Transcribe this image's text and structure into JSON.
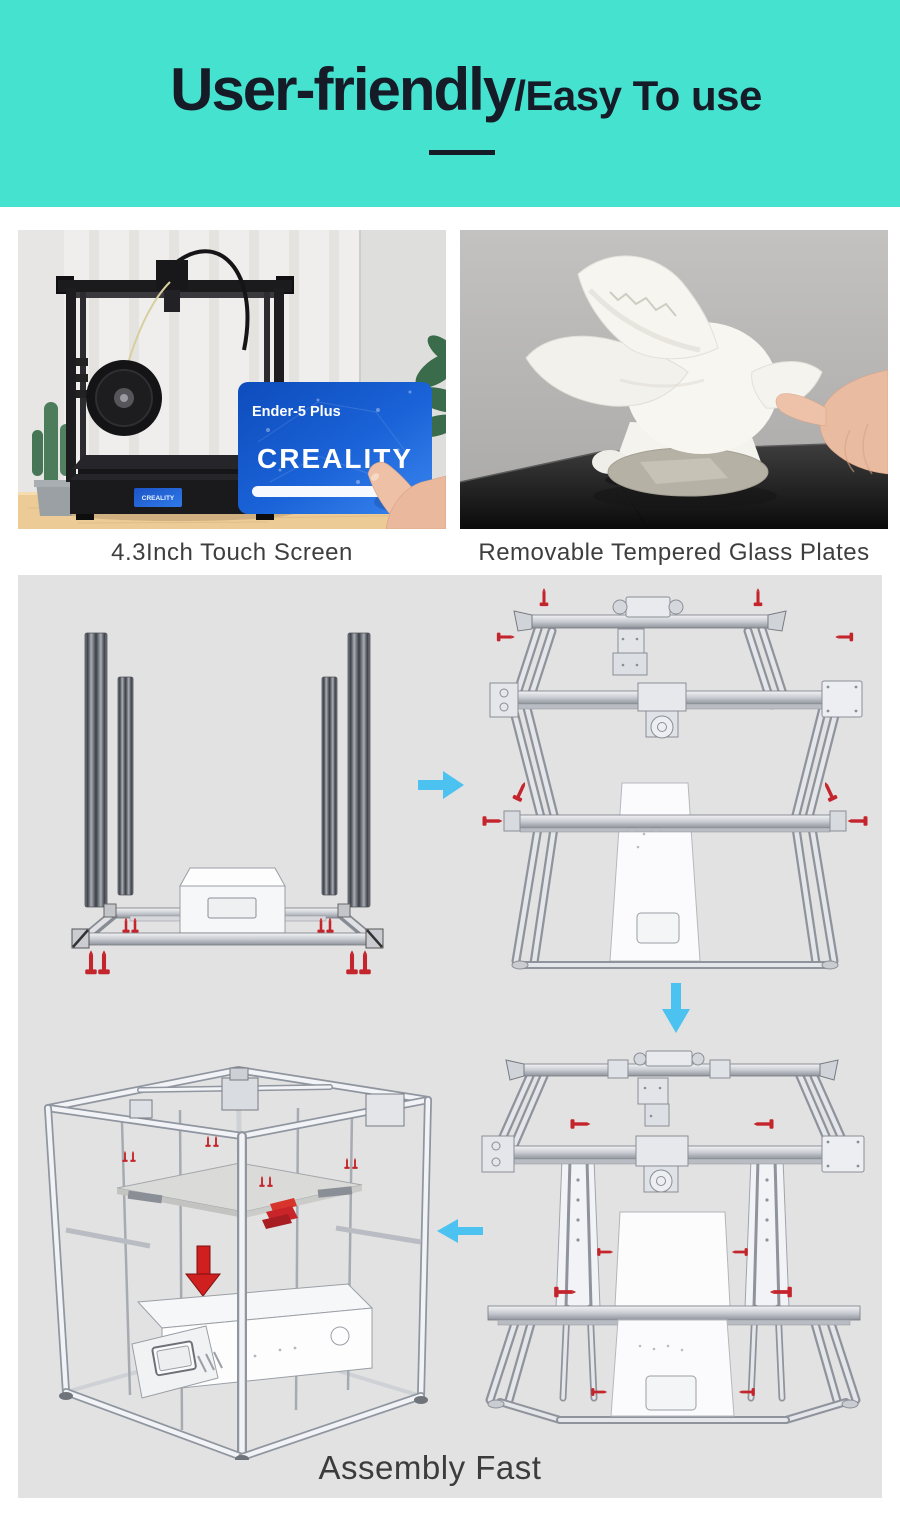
{
  "header": {
    "title_main": "User-friendly",
    "title_sub": "/Easy To use",
    "bg_color": "#45e2d0",
    "text_color": "#151c28"
  },
  "features": {
    "left_caption": "4.3Inch Touch Screen",
    "right_caption": "Removable Tempered Glass Plates"
  },
  "touchscreen_card": {
    "model": "Ender-5 Plus",
    "brand": "CREALITY"
  },
  "printer_display": {
    "brand": "CREALITY"
  },
  "assembly": {
    "caption": "Assembly Fast",
    "panel_bg": "#e2e2e2",
    "arrow_color": "#4cc2f1",
    "screw_color": "#c4242b"
  }
}
